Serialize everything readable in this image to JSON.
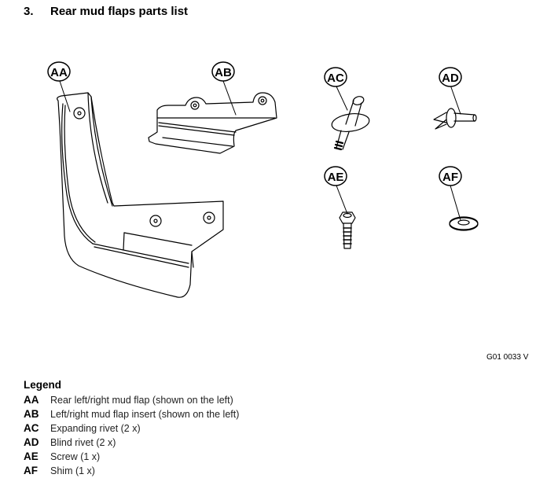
{
  "heading": {
    "number": "3.",
    "title": "Rear mud flaps parts list"
  },
  "callouts": {
    "aa": "AA",
    "ab": "AB",
    "ac": "AC",
    "ad": "AD",
    "ae": "AE",
    "af": "AF"
  },
  "figure_code": "G01 0033 V",
  "legend": {
    "title": "Legend",
    "items": [
      {
        "key": "AA",
        "text": "Rear left/right mud flap (shown on the left)"
      },
      {
        "key": "AB",
        "text": "Left/right mud flap insert (shown on the left)"
      },
      {
        "key": "AC",
        "text": "Expanding rivet (2 x)"
      },
      {
        "key": "AD",
        "text": "Blind rivet (2 x)"
      },
      {
        "key": "AE",
        "text": "Screw (1 x)"
      },
      {
        "key": "AF",
        "text": "Shim (1 x)"
      }
    ]
  }
}
